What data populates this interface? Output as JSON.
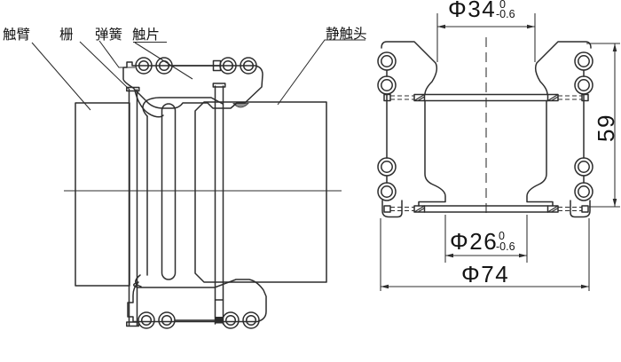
{
  "colors": {
    "background": "#ffffff",
    "line": "#2d2d2d",
    "text": "#141414"
  },
  "left_view": {
    "labels": {
      "contact_arm": "触臂",
      "grid": "栅",
      "spring": "弹簧",
      "contact_blade": "触片",
      "static_contact": "静触头"
    }
  },
  "right_view": {
    "dimensions": {
      "phi34": {
        "text": "Φ34",
        "tol_upper": "0",
        "tol_lower": "-0.6"
      },
      "phi26": {
        "text": "Φ26",
        "tol_upper": "0",
        "tol_lower": "-0.6"
      },
      "phi74": {
        "text": "Φ74"
      },
      "height": {
        "text": "59"
      }
    }
  }
}
